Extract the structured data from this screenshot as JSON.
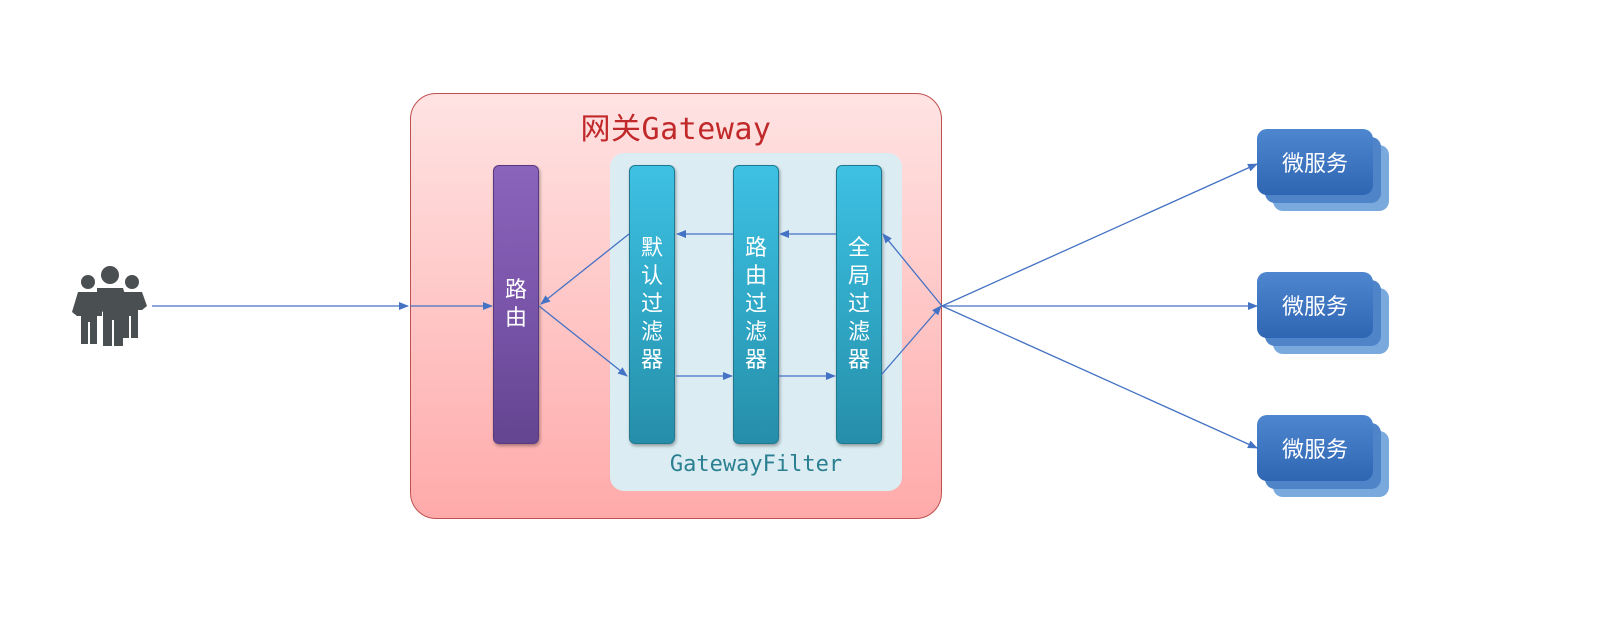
{
  "gateway": {
    "title": "网关Gateway",
    "route_label": "路由",
    "filter_panel_label": "GatewayFilter",
    "filters": {
      "default": "默认过滤器",
      "route": "路由过滤器",
      "global": "全局过滤器"
    }
  },
  "microservices": [
    "微服务",
    "微服务",
    "微服务"
  ],
  "icons": {
    "users": "users-group-icon"
  },
  "colors": {
    "gateway_border": "#c0504d",
    "gateway_title": "#c0282a",
    "route_bar": "#7a55aa",
    "filter_bar": "#2fa6c4",
    "filter_panel": "#dbedf3",
    "microservice": "#3a70be",
    "arrow": "#4472c4"
  }
}
